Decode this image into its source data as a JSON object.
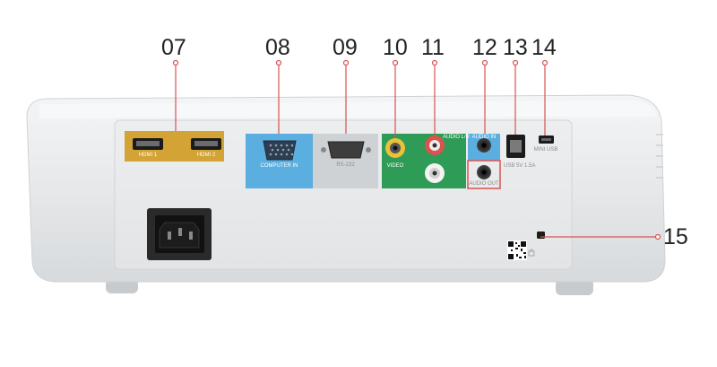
{
  "callouts": {
    "c07": "07",
    "c08": "08",
    "c09": "09",
    "c10": "10",
    "c11": "11",
    "c12": "12",
    "c13": "13",
    "c14": "14",
    "c15": "15"
  },
  "port_labels": {
    "hdmi1": "HDMI 1",
    "hdmi2": "HDMI 2",
    "computer_in": "COMPUTER IN",
    "rs232": "RS-232",
    "video": "VIDEO",
    "audio_l_r": "AUDIO L/R",
    "audio_in": "AUDIO IN",
    "audio_out": "AUDIO OUT",
    "usb": "USB 5V 1.5A",
    "mini_usb": "MINI USB"
  },
  "colors": {
    "callout_line": "#d9534f",
    "hdmi_panel": "#d3a335",
    "vga_panel": "#5aaee0",
    "rs232_panel": "#cfd2d4",
    "av_panel": "#2e9b56",
    "audio_panel": "#5aaee0",
    "audio_out_border": "#d9534f"
  }
}
